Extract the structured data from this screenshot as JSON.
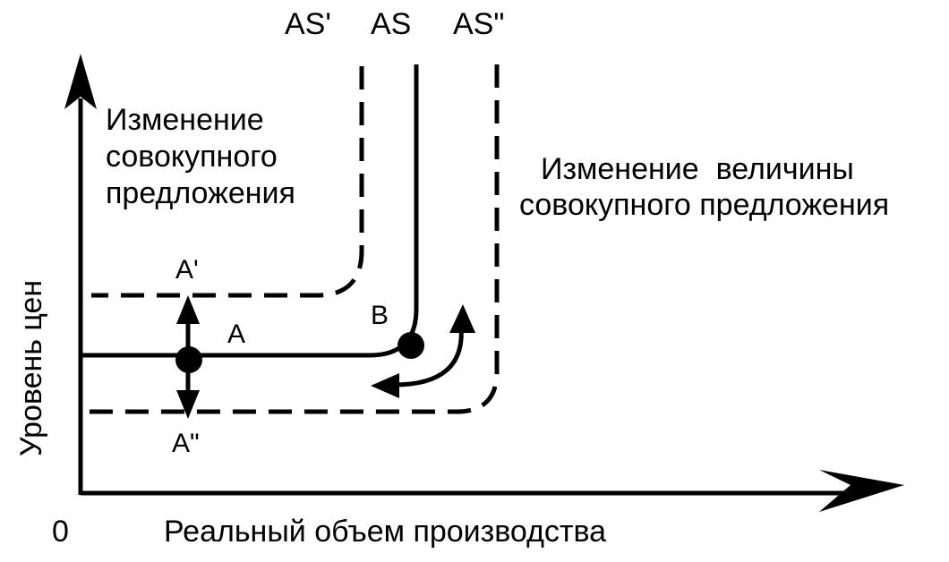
{
  "axes": {
    "origin_label": "0",
    "x_label": "Реальный объем производства",
    "y_label": "Уровень цен"
  },
  "curves": {
    "as_prime": "AS'",
    "as": "AS",
    "as_double_prime": "AS\""
  },
  "points": {
    "a": "A",
    "a_prime": "A'",
    "a_double_prime": "A\"",
    "b": "B"
  },
  "annotations": {
    "left_text": [
      "Изменение",
      "совокупного",
      "предложения"
    ],
    "right_text": [
      "Изменение  величины",
      "совокупного предложения"
    ]
  },
  "colors": {
    "ink": "#000000",
    "paper": "#ffffff"
  }
}
